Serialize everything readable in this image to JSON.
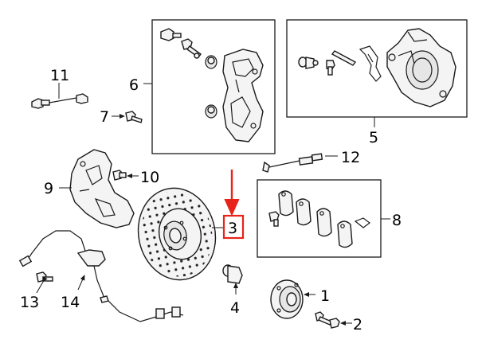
{
  "callouts": {
    "c1": "1",
    "c2": "2",
    "c3": "3",
    "c4": "4",
    "c5": "5",
    "c6": "6",
    "c7": "7",
    "c8": "8",
    "c9": "9",
    "c10": "10",
    "c11": "11",
    "c12": "12",
    "c13": "13",
    "c14": "14"
  },
  "colors": {
    "highlight": "#e8231a",
    "ink": "#1a1a1a"
  }
}
